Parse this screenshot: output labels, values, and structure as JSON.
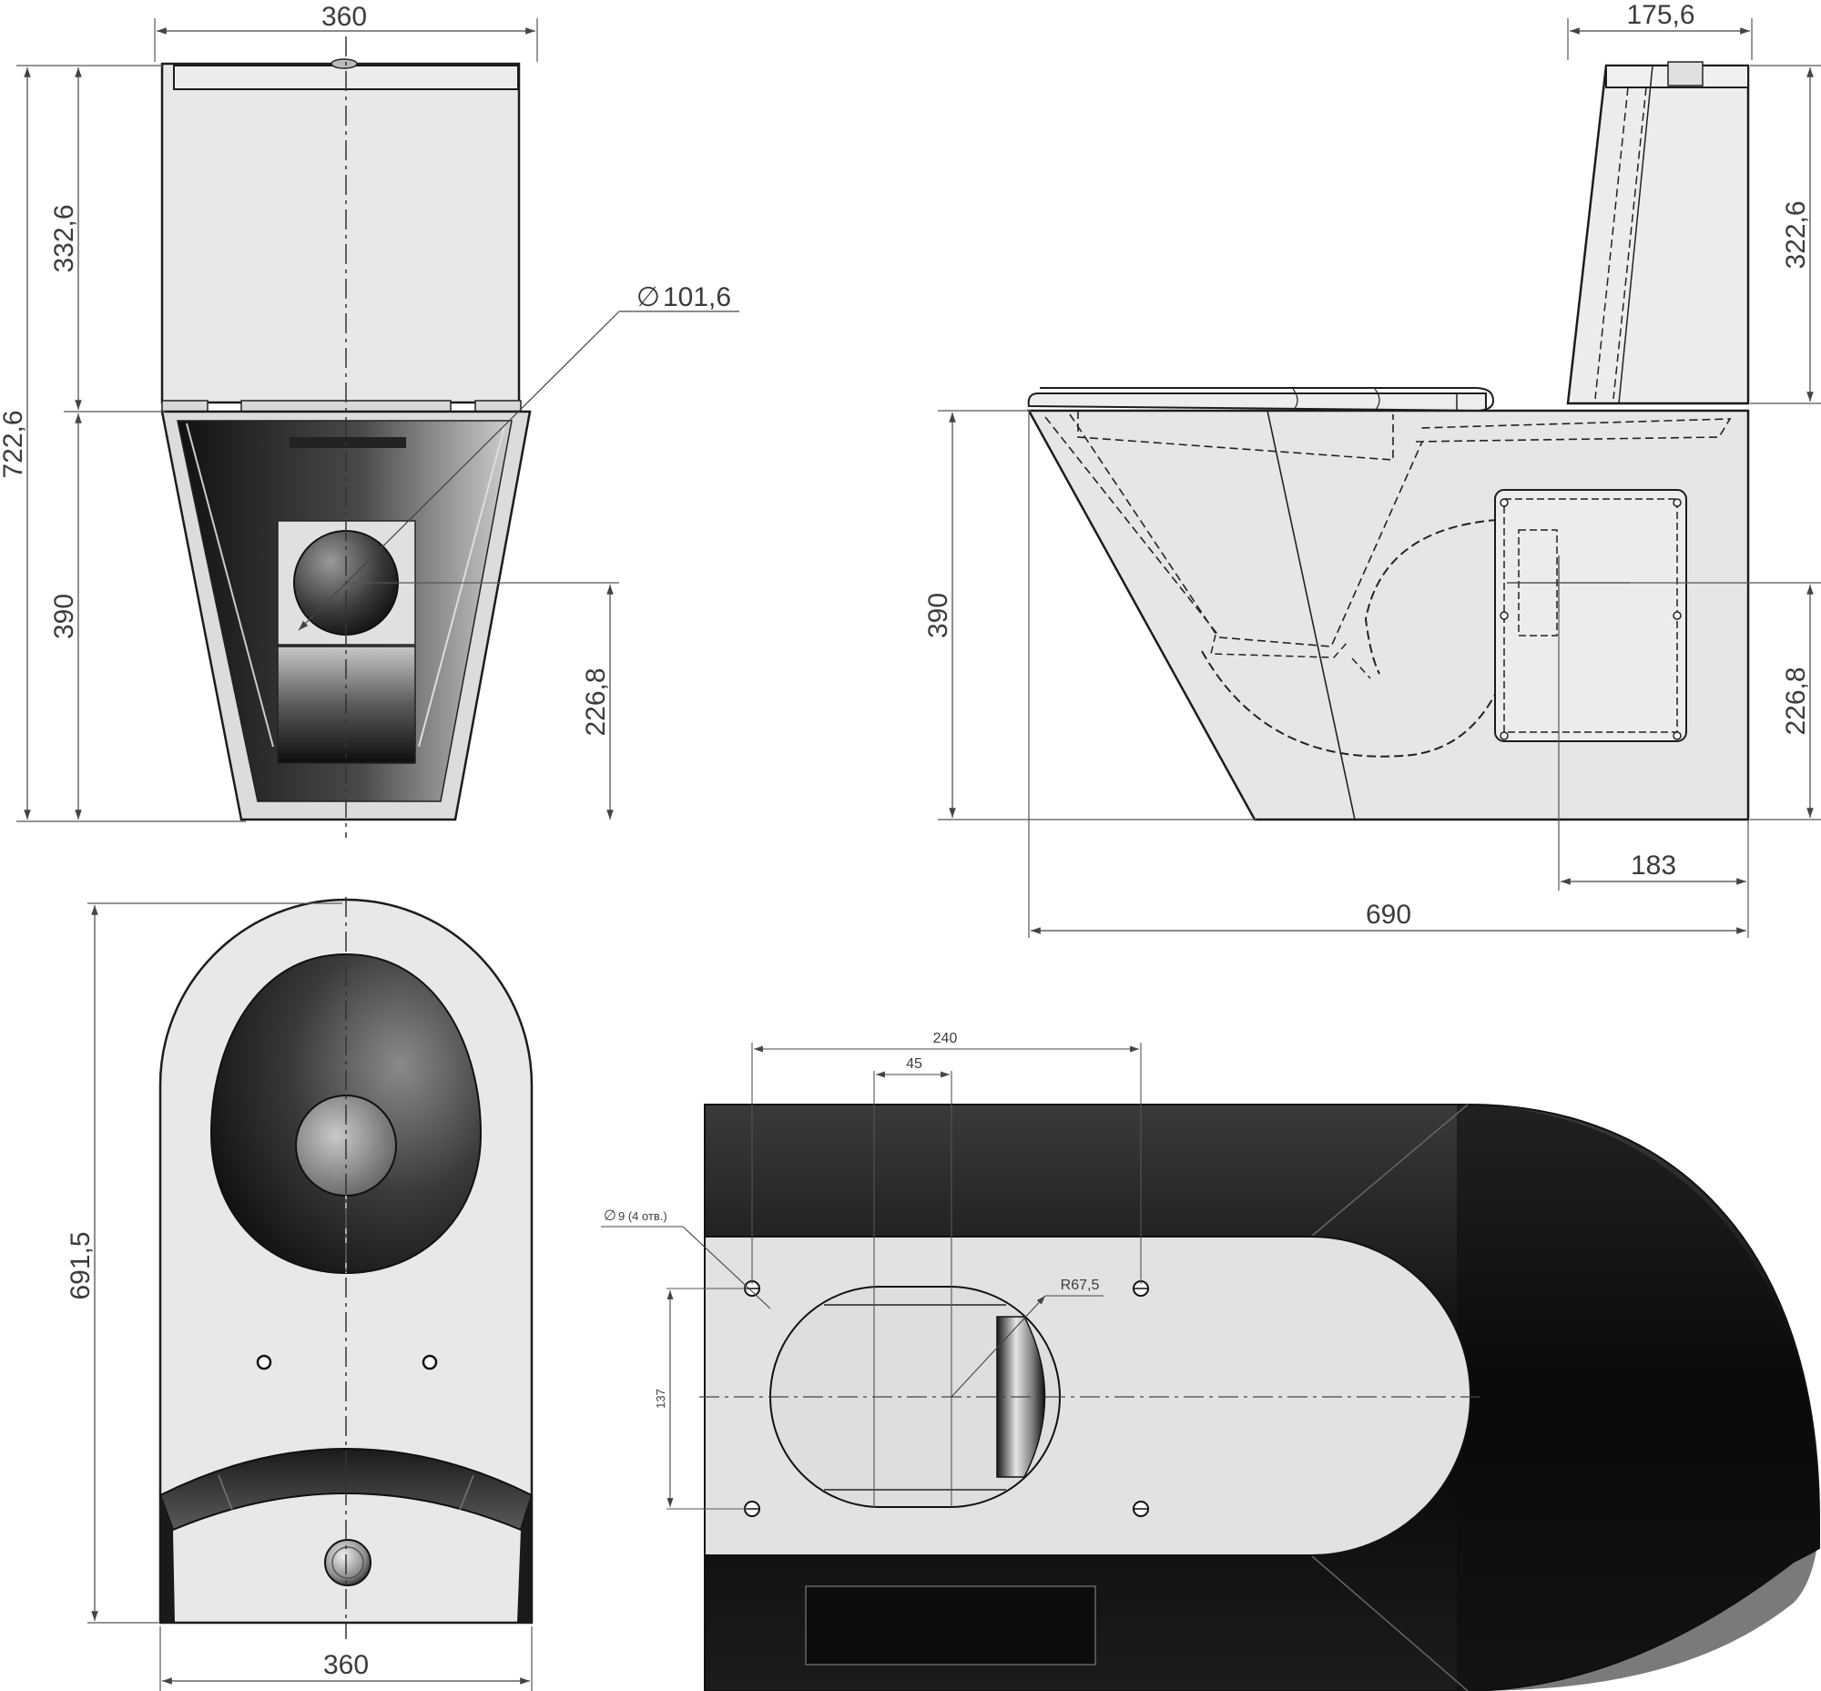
{
  "front_view": {
    "width_top": "360",
    "total_height": "722,6",
    "tank_height": "332,6",
    "bowl_height": "390",
    "outlet_height": "226,8",
    "outlet_diameter": "101,6"
  },
  "side_view": {
    "tank_depth": "175,6",
    "tank_height": "322,6",
    "bowl_height": "390",
    "outlet_height": "226,8",
    "outlet_offset": "183",
    "total_length": "690"
  },
  "top_view": {
    "length": "691,5",
    "width_bottom": "360"
  },
  "bottom_view": {
    "hole_spacing": "240",
    "center_offset": "45",
    "holes_label": "9 (4 отв.)",
    "radius": "R67,5",
    "hole_distance": "137"
  },
  "colors": {
    "line": "#2a2a2a",
    "dimension": "#555555",
    "body_light": "#e4e4e4",
    "body_dark": "#111111"
  }
}
